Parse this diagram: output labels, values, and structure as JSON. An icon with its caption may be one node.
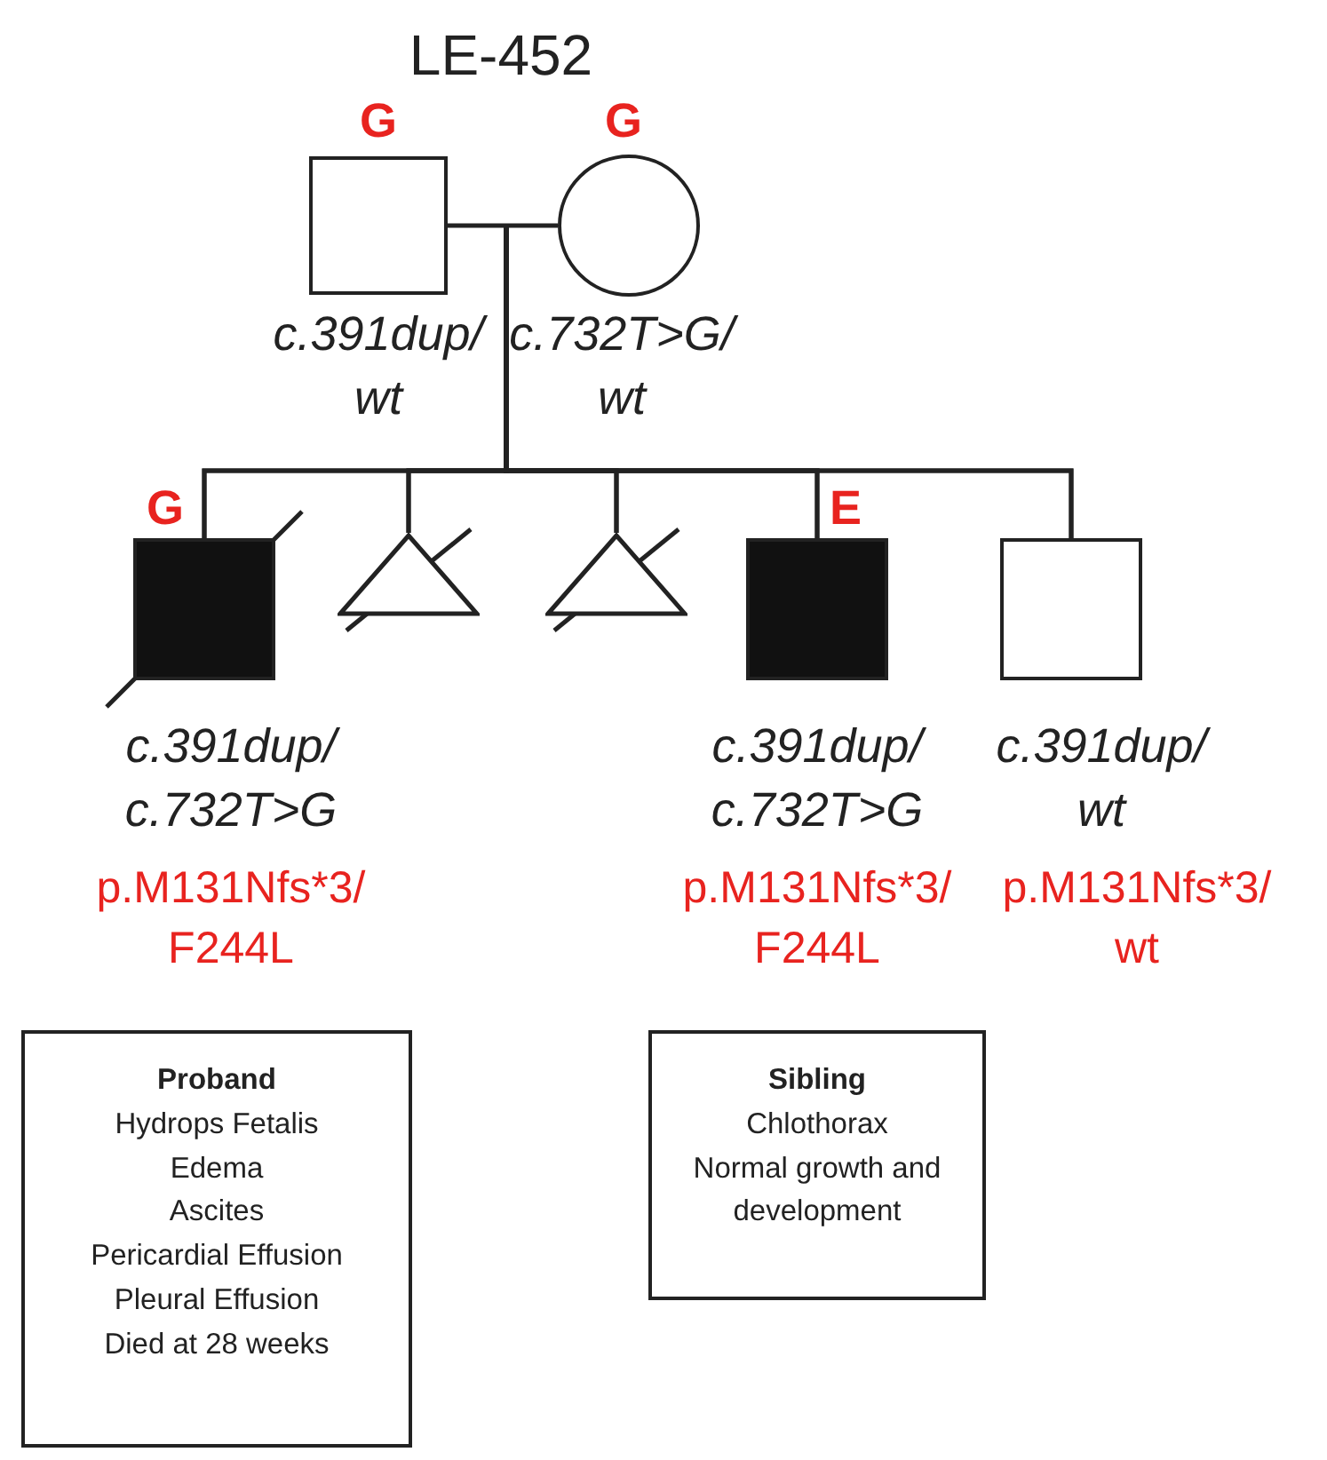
{
  "diagram": {
    "title": "LE-452",
    "nodes": [
      {
        "text": [],
        "shape": "box",
        "beside": [
          "G",
          "c.391dup/ wt"
        ]
      },
      {
        "text": [],
        "shape": "circle",
        "beside": [
          "G",
          "c.732T>G/ wt"
        ]
      },
      {
        "text": [],
        "shape": "box",
        "beside": [
          "G",
          "c.391dup/ c.732T>G",
          "p.M131Nfs*3/ F244L"
        ]
      },
      {
        "text": [],
        "shape": "triangle"
      },
      {
        "text": [],
        "shape": "triangle"
      },
      {
        "text": [],
        "shape": "box",
        "beside": [
          "E",
          "c.391dup/ c.732T>G",
          "p.M131Nfs*3/ F244L"
        ]
      },
      {
        "text": [],
        "shape": "box",
        "beside": [
          "c.391dup/ wt",
          "p.M131Nfs*3/ wt"
        ]
      },
      {
        "text": [
          "Proband",
          "Hydrops Fetalis",
          "Edema",
          "Ascites",
          "Pericardial Effusion",
          "Pleural Effusion",
          "Died at 28 weeks"
        ]
      },
      {
        "text": [
          "Sibling",
          "Chlothorax",
          "Normal growth and development"
        ]
      }
    ],
    "edges": [
      {
        "from": 0,
        "to": 1,
        "arrow": "none"
      },
      {
        "from": 0,
        "to": 2,
        "arrow": "none"
      },
      {
        "from": 0,
        "to": 3,
        "arrow": "none"
      },
      {
        "from": 0,
        "to": 4,
        "arrow": "none"
      },
      {
        "from": 0,
        "to": 5,
        "arrow": "none"
      },
      {
        "from": 0,
        "to": 6,
        "arrow": "none"
      },
      {
        "from": 1,
        "to": 2,
        "arrow": "none"
      },
      {
        "from": 1,
        "to": 3,
        "arrow": "none"
      },
      {
        "from": 1,
        "to": 4,
        "arrow": "none"
      },
      {
        "from": 1,
        "to": 5,
        "arrow": "none"
      },
      {
        "from": 1,
        "to": 6,
        "arrow": "none"
      }
    ]
  }
}
